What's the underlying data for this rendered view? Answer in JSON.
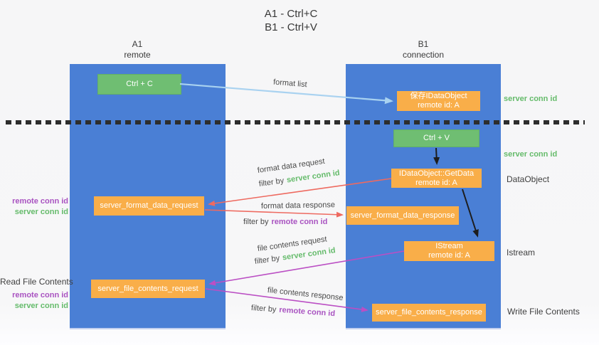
{
  "title": {
    "line1": "A1 - Ctrl+C",
    "line2": "B1 - Ctrl+V"
  },
  "columns": {
    "left": {
      "id": "A1",
      "role": "remote"
    },
    "right": {
      "id": "B1",
      "role": "connection"
    }
  },
  "nodes": {
    "ctrl_c": "Ctrl + C",
    "ctrl_v": "Ctrl + V",
    "save_dataobject": {
      "line1": "保存IDataObject",
      "line2": "remote id: A"
    },
    "getdata": {
      "line1": "IDataObject::GetData",
      "line2": "remote id: A"
    },
    "istream": {
      "line1": "IStream",
      "line2": "remote id: A"
    },
    "format_request": "server_format_data_request",
    "format_response": "server_format_data_response",
    "file_request": "server_file_contents_request",
    "file_response": "server_file_contents_response"
  },
  "labels": {
    "format_list": "format list",
    "format_data_request": "format data request",
    "format_data_response": "format data response",
    "file_contents_request": "file contents request",
    "file_contents_response": "file contents response",
    "filter_by": "filter by",
    "server_conn_id": "server conn id",
    "remote_conn_id": "remote conn id"
  },
  "side_labels": {
    "server_conn_id_top": "server conn id",
    "server_conn_id_mid": "server conn id",
    "dataobject": "DataObject",
    "istream": "Istream",
    "write_file_contents": "Write File Contents",
    "read_file_contents": "Read File Contents",
    "remote_conn_id_format": "remote conn id",
    "server_conn_id_format": "server conn id",
    "remote_conn_id_file": "remote conn id",
    "server_conn_id_file": "server conn id"
  },
  "colors": {
    "column_blue": "#4a7fd5",
    "box_green": "#6fbe72",
    "box_orange": "#f9ae49",
    "arrow_light_blue": "#a9d2f0",
    "arrow_red": "#ee6a60",
    "arrow_purple": "#bb4fc4",
    "arrow_black": "#1d1d1d",
    "text_green": "#65bb6b",
    "text_purple": "#a953c1"
  }
}
